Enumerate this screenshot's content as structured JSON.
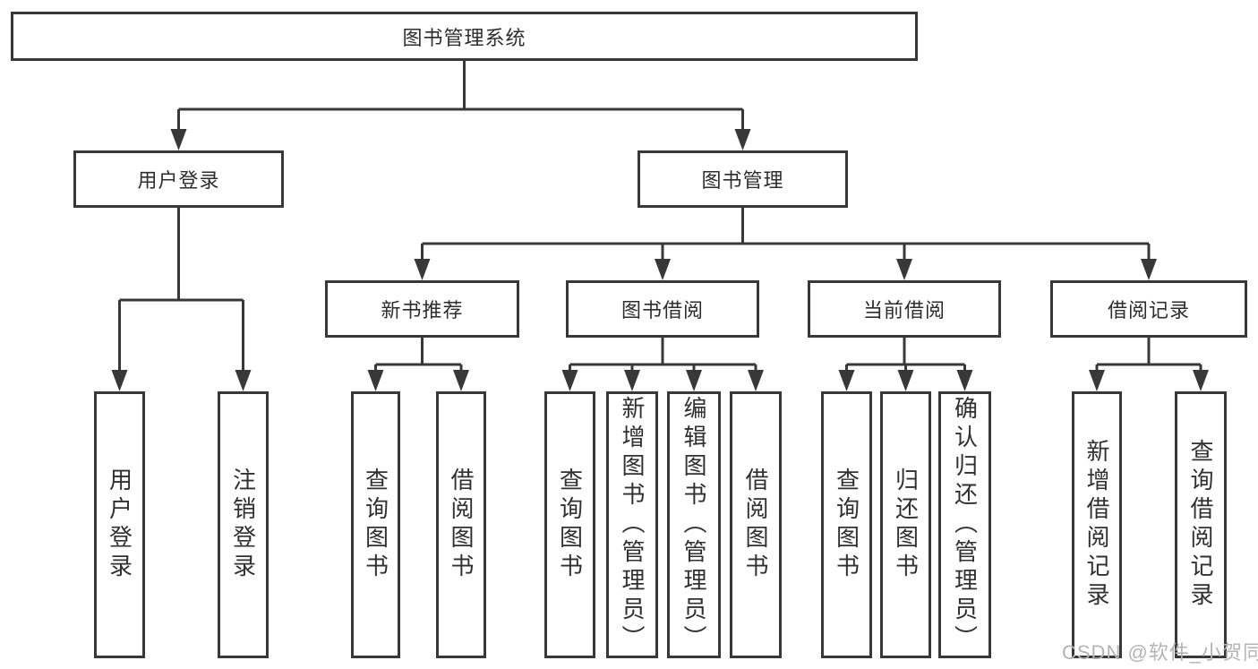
{
  "tree": {
    "root": "图书管理系统",
    "level2": [
      {
        "label": "用户登录"
      },
      {
        "label": "图书管理"
      }
    ],
    "level3": [
      {
        "label": "新书推荐"
      },
      {
        "label": "图书借阅"
      },
      {
        "label": "当前借阅"
      },
      {
        "label": "借阅记录"
      }
    ],
    "leaves": {
      "user_login": {
        "items": [
          "用户登录",
          "注销登录"
        ]
      },
      "new_book": {
        "items": [
          "查询图书",
          "借阅图书"
        ]
      },
      "book_borrow": {
        "items": [
          "查询图书",
          "新增图书（管理员）",
          "编辑图书（管理员）",
          "借阅图书"
        ]
      },
      "current_borrow": {
        "items": [
          "查询图书",
          "归还图书",
          "确认归还（管理员）"
        ]
      },
      "borrow_record": {
        "items": [
          "新增借阅记录",
          "查询借阅记录"
        ]
      }
    }
  },
  "watermark": "CSDN @软件_小贺同学",
  "colors": {
    "line": "#383838",
    "text": "#2d2d2d",
    "watermark": "#b4b4b4",
    "background": "#ffffff"
  }
}
